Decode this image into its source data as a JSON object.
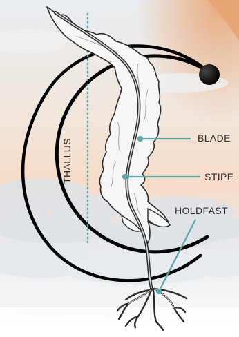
{
  "diagram": {
    "labels": {
      "thallus": "THALLUS",
      "blade": "BLADE",
      "stipe": "STIPE",
      "holdfast": "HOLDFAST"
    },
    "colors": {
      "leader_line": "#5aa6a6",
      "thallus_dotted_line": "#5a9fa3",
      "outline": "#2a2a2a",
      "blade_fill": "#f6f6f6",
      "arc": "#000000",
      "sky_top": "#eceef1",
      "sky_glow": "#f3d2b8",
      "cloud": "#dfe3e6"
    }
  }
}
